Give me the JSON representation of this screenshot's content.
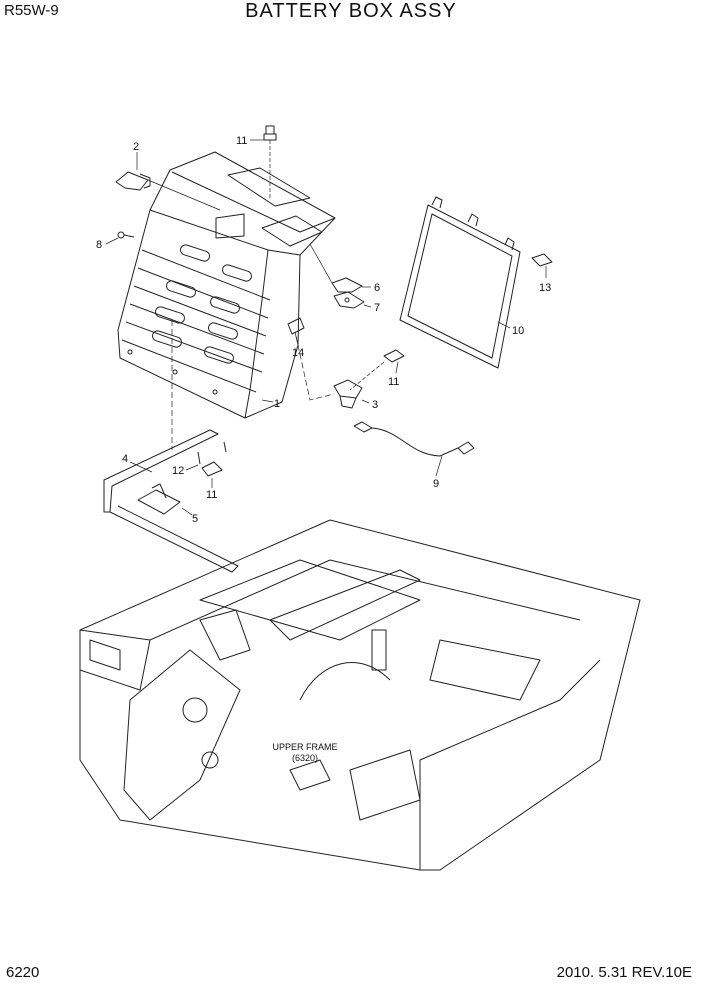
{
  "header": {
    "model": "R55W-9",
    "title": "BATTERY BOX ASSY"
  },
  "footer": {
    "page_number": "6220",
    "revision": "2010. 5.31  REV.10E"
  },
  "frame_label": {
    "line1": "UPPER FRAME",
    "line2": "(6320)"
  },
  "callouts": [
    "1",
    "2",
    "3",
    "4",
    "5",
    "6",
    "7",
    "8",
    "9",
    "10",
    "11",
    "11",
    "11",
    "12",
    "13",
    "14"
  ]
}
